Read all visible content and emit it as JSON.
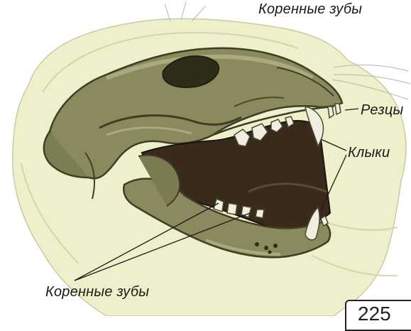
{
  "labels": {
    "molars_top": "Коренные зубы",
    "incisors": "Резцы",
    "canines": "Клыки",
    "molars_bottom": "Коренные зубы"
  },
  "page_number": "225"
}
